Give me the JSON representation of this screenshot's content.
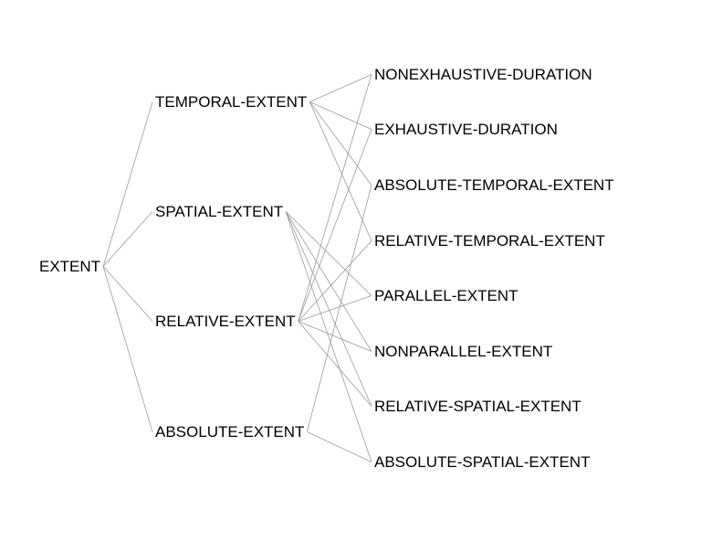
{
  "nodes": {
    "extent": "EXTENT",
    "temporal_extent": "TEMPORAL-EXTENT",
    "spatial_extent": "SPATIAL-EXTENT",
    "relative_extent": "RELATIVE-EXTENT",
    "absolute_extent": "ABSOLUTE-EXTENT",
    "nonexhaustive_duration": "NONEXHAUSTIVE-DURATION",
    "exhaustive_duration": "EXHAUSTIVE-DURATION",
    "absolute_temporal_extent": "ABSOLUTE-TEMPORAL-EXTENT",
    "relative_temporal_extent": "RELATIVE-TEMPORAL-EXTENT",
    "parallel_extent": "PARALLEL-EXTENT",
    "nonparallel_extent": "NONPARALLEL-EXTENT",
    "relative_spatial_extent": "RELATIVE-SPATIAL-EXTENT",
    "absolute_spatial_extent": "ABSOLUTE-SPATIAL-EXTENT"
  },
  "edges": [
    [
      "extent",
      "temporal_extent"
    ],
    [
      "extent",
      "spatial_extent"
    ],
    [
      "extent",
      "relative_extent"
    ],
    [
      "extent",
      "absolute_extent"
    ],
    [
      "temporal_extent",
      "nonexhaustive_duration"
    ],
    [
      "temporal_extent",
      "exhaustive_duration"
    ],
    [
      "temporal_extent",
      "absolute_temporal_extent"
    ],
    [
      "temporal_extent",
      "relative_temporal_extent"
    ],
    [
      "spatial_extent",
      "parallel_extent"
    ],
    [
      "spatial_extent",
      "nonparallel_extent"
    ],
    [
      "spatial_extent",
      "relative_spatial_extent"
    ],
    [
      "spatial_extent",
      "absolute_spatial_extent"
    ],
    [
      "relative_extent",
      "nonexhaustive_duration"
    ],
    [
      "relative_extent",
      "exhaustive_duration"
    ],
    [
      "relative_extent",
      "relative_temporal_extent"
    ],
    [
      "relative_extent",
      "parallel_extent"
    ],
    [
      "relative_extent",
      "nonparallel_extent"
    ],
    [
      "relative_extent",
      "relative_spatial_extent"
    ],
    [
      "absolute_extent",
      "absolute_temporal_extent"
    ],
    [
      "absolute_extent",
      "absolute_spatial_extent"
    ]
  ]
}
